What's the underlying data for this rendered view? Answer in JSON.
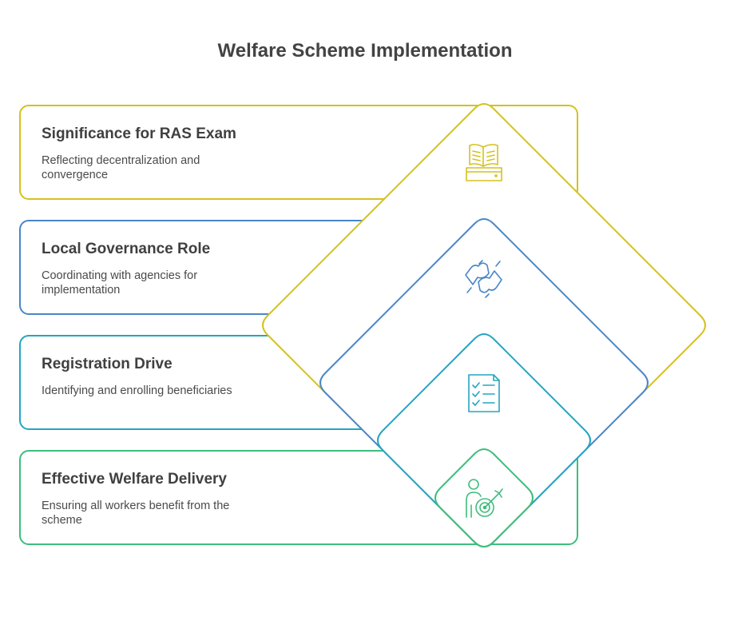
{
  "title": "Welfare Scheme Implementation",
  "items": [
    {
      "title": "Significance for RAS Exam",
      "description": "Reflecting decentralization and convergence",
      "color": "#d4c21e",
      "icon": "open-book-icon"
    },
    {
      "title": "Local Governance Role",
      "description": "Coordinating with agencies for implementation",
      "color": "#4a86c8",
      "icon": "puzzle-hands-icon"
    },
    {
      "title": "Registration Drive",
      "description": "Identifying and enrolling beneficiaries",
      "color": "#24a5c2",
      "icon": "checklist-icon"
    },
    {
      "title": "Effective Welfare Delivery",
      "description": "Ensuring all workers benefit from the scheme",
      "color": "#3ebd7c",
      "icon": "person-target-icon"
    }
  ]
}
